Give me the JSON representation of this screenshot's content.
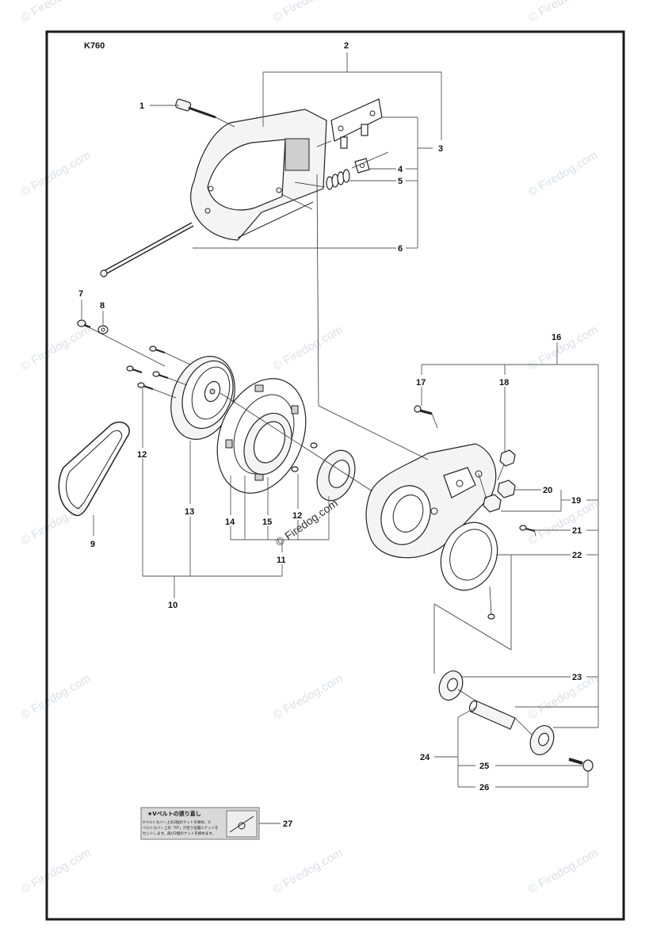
{
  "model": "K760",
  "watermark_text": "© Firedog.com",
  "decal": {
    "title": "★Vベルトの張り直し",
    "lines": [
      "Vベルトカバー上の2個のナットを締め、V",
      "ベルトカバー上の「ST」が合う位置にナットを",
      "セットします。再び2個のナットを締めます。"
    ]
  },
  "callouts": [
    "1",
    "2",
    "3",
    "4",
    "5",
    "6",
    "7",
    "8",
    "9",
    "10",
    "11",
    "12",
    "12",
    "13",
    "14",
    "15",
    "16",
    "17",
    "18",
    "19",
    "20",
    "21",
    "22",
    "23",
    "24",
    "25",
    "26",
    "27"
  ],
  "colors": {
    "frame": "#1a1a1a",
    "line": "#222222",
    "watermark": "#cfd6df",
    "decal_bg": "#d9d9d9"
  }
}
